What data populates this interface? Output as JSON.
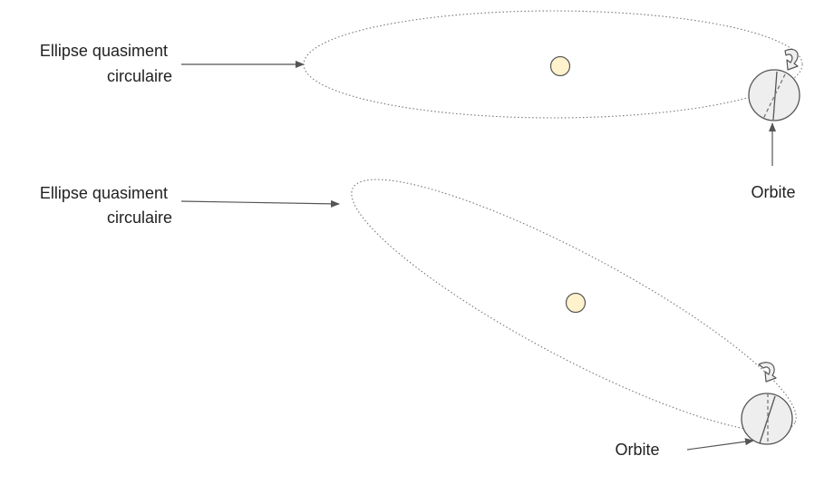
{
  "panels": [
    {
      "id": "top",
      "label_lines": [
        "Ellipse quasiment",
        "circulaire"
      ],
      "planet_label": "Orbite"
    },
    {
      "id": "bottom",
      "label_lines": [
        "Ellipse quasiment",
        "circulaire"
      ],
      "planet_label": "Orbite"
    }
  ],
  "colors": {
    "sun_fill": "#fff2cc",
    "planet_fill": "#eeeeee",
    "stroke": "#555555",
    "orbit": "#777777",
    "text": "#222222"
  },
  "icons": {
    "sun": "sun-icon",
    "planet": "planet-icon",
    "rotation": "rotation-arrow-icon"
  }
}
